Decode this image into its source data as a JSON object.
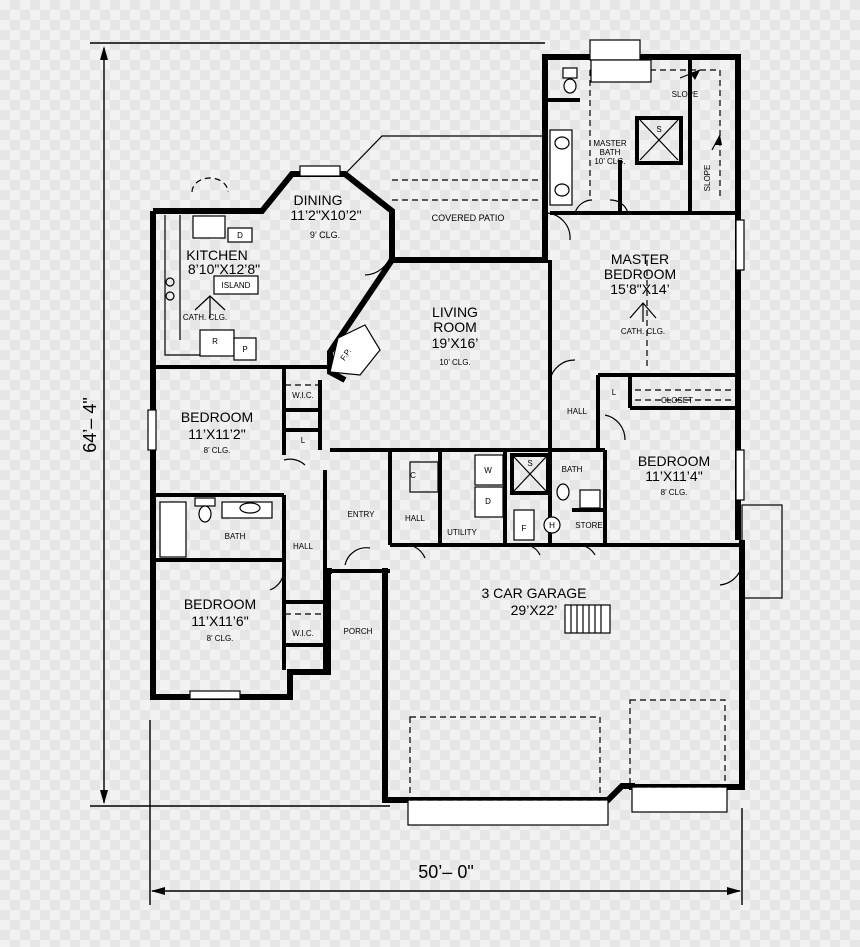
{
  "dimensions": {
    "width": "50’– 0\"",
    "depth": "64’– 4\""
  },
  "rooms": {
    "kitchen": {
      "name": "KITCHEN",
      "size": "8’10\"X12’8\"",
      "island": "ISLAND",
      "ceiling": "CATH. CLG.",
      "refrigerator": "R",
      "pantry": "P",
      "dishwasher": "D"
    },
    "dining": {
      "name": "DINING",
      "size": "11’2\"X10’2\"",
      "ceiling": "9’ CLG."
    },
    "covered_patio": {
      "name": "COVERED PATIO"
    },
    "living": {
      "name_line1": "LIVING",
      "name_line2": "ROOM",
      "size": "19’X16’",
      "ceiling": "10’ CLG.",
      "fireplace": "F.P."
    },
    "master_bath": {
      "name_line1": "MASTER",
      "name_line2": "BATH",
      "ceiling": "10’ CLG.",
      "shower": "S",
      "slope_top": "SLOPE",
      "slope_side": "SLOPE"
    },
    "master_bedroom": {
      "name_line1": "MASTER",
      "name_line2": "BEDROOM",
      "size": "15’8\"X14’",
      "ceiling": "CATH. CLG."
    },
    "bedroom1": {
      "name": "BEDROOM",
      "size": "11’X11’2\"",
      "ceiling": "8’ CLG.",
      "wic": "W.I.C.",
      "linen": "L"
    },
    "bath": {
      "name": "BATH"
    },
    "hall_left": {
      "name": "HALL"
    },
    "bedroom2": {
      "name": "BEDROOM",
      "size": "11’X11’6\"",
      "ceiling": "8’ CLG.",
      "wic": "W.I.C."
    },
    "entry": {
      "name": "ENTRY"
    },
    "porch": {
      "name": "PORCH"
    },
    "hall_mid": {
      "name": "HALL",
      "closet": "C"
    },
    "utility": {
      "name": "UTILITY",
      "washer": "W",
      "dryer": "D"
    },
    "hall_right": {
      "name": "HALL",
      "linen": "L"
    },
    "bath2": {
      "name": "BATH",
      "shower": "S"
    },
    "furnace": {
      "furnace": "F",
      "heater": "H"
    },
    "store": {
      "name": "STORE"
    },
    "bedroom3": {
      "name": "BEDROOM",
      "size": "11’X11’4\"",
      "ceiling": "8’ CLG.",
      "closet": "CLOSET"
    },
    "garage": {
      "name": "3 CAR GARAGE",
      "size": "29’X22’"
    }
  }
}
